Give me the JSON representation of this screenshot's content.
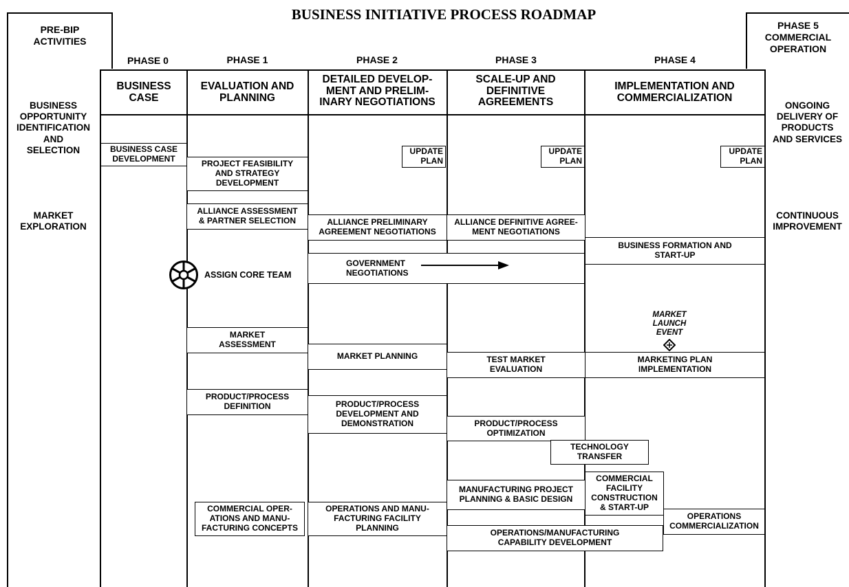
{
  "title": "BUSINESS INITIATIVE PROCESS ROADMAP",
  "phases": {
    "pre": "PRE-BIP\nACTIVITIES",
    "p0": "PHASE 0",
    "p1": "PHASE 1",
    "p2": "PHASE 2",
    "p3": "PHASE 3",
    "p4": "PHASE 4",
    "p5": "PHASE 5\nCOMMERCIAL\nOPERATION"
  },
  "headers": {
    "p0": "BUSINESS\nCASE",
    "p1": "EVALUATION AND\nPLANNING",
    "p2": "DETAILED DEVELOP-\nMENT AND PRELIM-\nINARY NEGOTIATIONS",
    "p3": "SCALE-UP AND\nDEFINITIVE\nAGREEMENTS",
    "p4": "IMPLEMENTATION AND\nCOMMERCIALIZATION"
  },
  "left_activities": {
    "a1": "BUSINESS\nOPPORTUNITY\nIDENTIFICATION\nAND\nSELECTION",
    "a2": "MARKET\nEXPLORATION"
  },
  "right_activities": {
    "r1": "ONGOING\nDELIVERY OF\nPRODUCTS\nAND SERVICES",
    "r2": "CONTINUOUS\nIMPROVEMENT"
  },
  "boxes": {
    "business_case_dev": "BUSINESS CASE\nDEVELOPMENT",
    "project_feasibility": "PROJECT FEASIBILITY\nAND STRATEGY\nDEVELOPMENT",
    "update_plan": "UPDATE\nPLAN",
    "alliance_assessment": "ALLIANCE ASSESSMENT\n& PARTNER SELECTION",
    "alliance_preliminary": "ALLIANCE PRELIMINARY\nAGREEMENT NEGOTIATIONS",
    "alliance_definitive": "ALLIANCE DEFINITIVE AGREE-\nMENT NEGOTIATIONS",
    "business_formation": "BUSINESS FORMATION AND\nSTART-UP",
    "assign_core_team": "ASSIGN CORE TEAM",
    "government_negotiations": "GOVERNMENT\nNEGOTIATIONS",
    "market_launch_event": "MARKET\nLAUNCH\nEVENT",
    "market_assessment": "MARKET\nASSESSMENT",
    "market_planning": "MARKET PLANNING",
    "test_market": "TEST MARKET\nEVALUATION",
    "marketing_plan": "MARKETING PLAN\nIMPLEMENTATION",
    "pp_definition": "PRODUCT/PROCESS\nDEFINITION",
    "pp_development": "PRODUCT/PROCESS\nDEVELOPMENT AND\nDEMONSTRATION",
    "pp_optimization": "PRODUCT/PROCESS\nOPTIMIZATION",
    "tech_transfer": "TECHNOLOGY\nTRANSFER",
    "mfg_project": "MANUFACTURING PROJECT\nPLANNING & BASIC DESIGN",
    "commercial_facility": "COMMERCIAL\nFACILITY\nCONSTRUCTION\n& START-UP",
    "commercial_ops": "COMMERCIAL OPER-\nATIONS AND MANU-\nFACTURING CONCEPTS",
    "ops_mfg_facility": "OPERATIONS AND MANU-\nFACTURING FACILITY\nPLANNING",
    "ops_commercialization": "OPERATIONS\nCOMMERCIALIZATION",
    "ops_capability": "OPERATIONS/MANUFACTURING\nCAPABILITY DEVELOPMENT"
  }
}
